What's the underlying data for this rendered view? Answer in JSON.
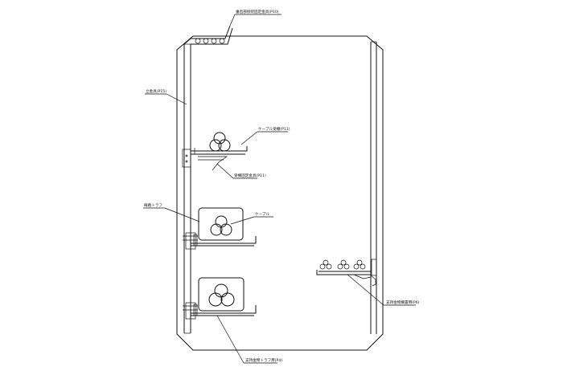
{
  "labels": {
    "top_bracket": "垂直部接続固定金具(P10)",
    "post": "立金具(P15)",
    "cable_rack": "ケーブル受棚(P11)",
    "shelf_bracket": "受棚固定金具(P11)",
    "trough": "線路トラフ",
    "cable": "ケーブル",
    "trough_mount": "支持金物トラフ用(P4)",
    "side_bracket": "支持金物横置用(P6)"
  }
}
